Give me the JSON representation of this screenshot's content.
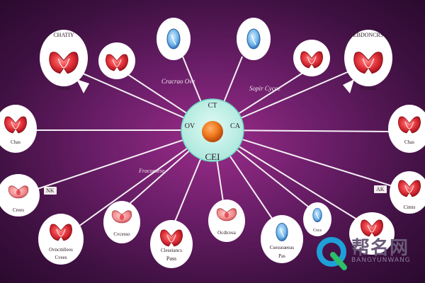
{
  "center": {
    "label_top": "CT",
    "label_left": "OV",
    "label_right": "CA",
    "label_bottom": "CEI"
  },
  "nodes": [
    {
      "id": "top-left-outer",
      "label": "CHATIY"
    },
    {
      "id": "top-left-outer-caption",
      "label": "Pluaes"
    },
    {
      "id": "top-right-outer",
      "label": "EBDONCRS"
    },
    {
      "id": "top-right-outer-caption",
      "label": "Piyuans"
    },
    {
      "id": "left-mid",
      "label": "Chas"
    },
    {
      "id": "right-mid",
      "label": "Chas"
    },
    {
      "id": "left-lower",
      "label": "Crees"
    },
    {
      "id": "right-lower",
      "label": "Cimts"
    },
    {
      "id": "bottom-left",
      "label": "Ovncmlleos"
    },
    {
      "id": "bottom-left-2",
      "label": "Cvees"
    },
    {
      "id": "bottom-mid-left",
      "label": "Cvcesso"
    },
    {
      "id": "bottom-center-left",
      "label": "Cleseiancs"
    },
    {
      "id": "bottom-center-left-2",
      "label": "Pass"
    },
    {
      "id": "bottom-center",
      "label": "Ocdtcesa"
    },
    {
      "id": "bottom-center-right",
      "label": "Csesseaeeas"
    },
    {
      "id": "bottom-center-right-2",
      "label": "Pas"
    },
    {
      "id": "bottom-right-small",
      "label": "Cocs"
    }
  ],
  "line_labels": {
    "upper_left": "Cracrao Ove",
    "upper_right": "Sopir Cycce",
    "lower_left": "Fracoesese"
  },
  "tags": {
    "left": "NK",
    "right": "AK"
  },
  "watermark": {
    "cn": "帮名网",
    "en": "BANGYUNWANG"
  },
  "colors": {
    "bg_center": "#9b2c8a",
    "bg_edge": "#2a0a2e",
    "hub": "#bfeee6",
    "organ": "#e2323a"
  }
}
